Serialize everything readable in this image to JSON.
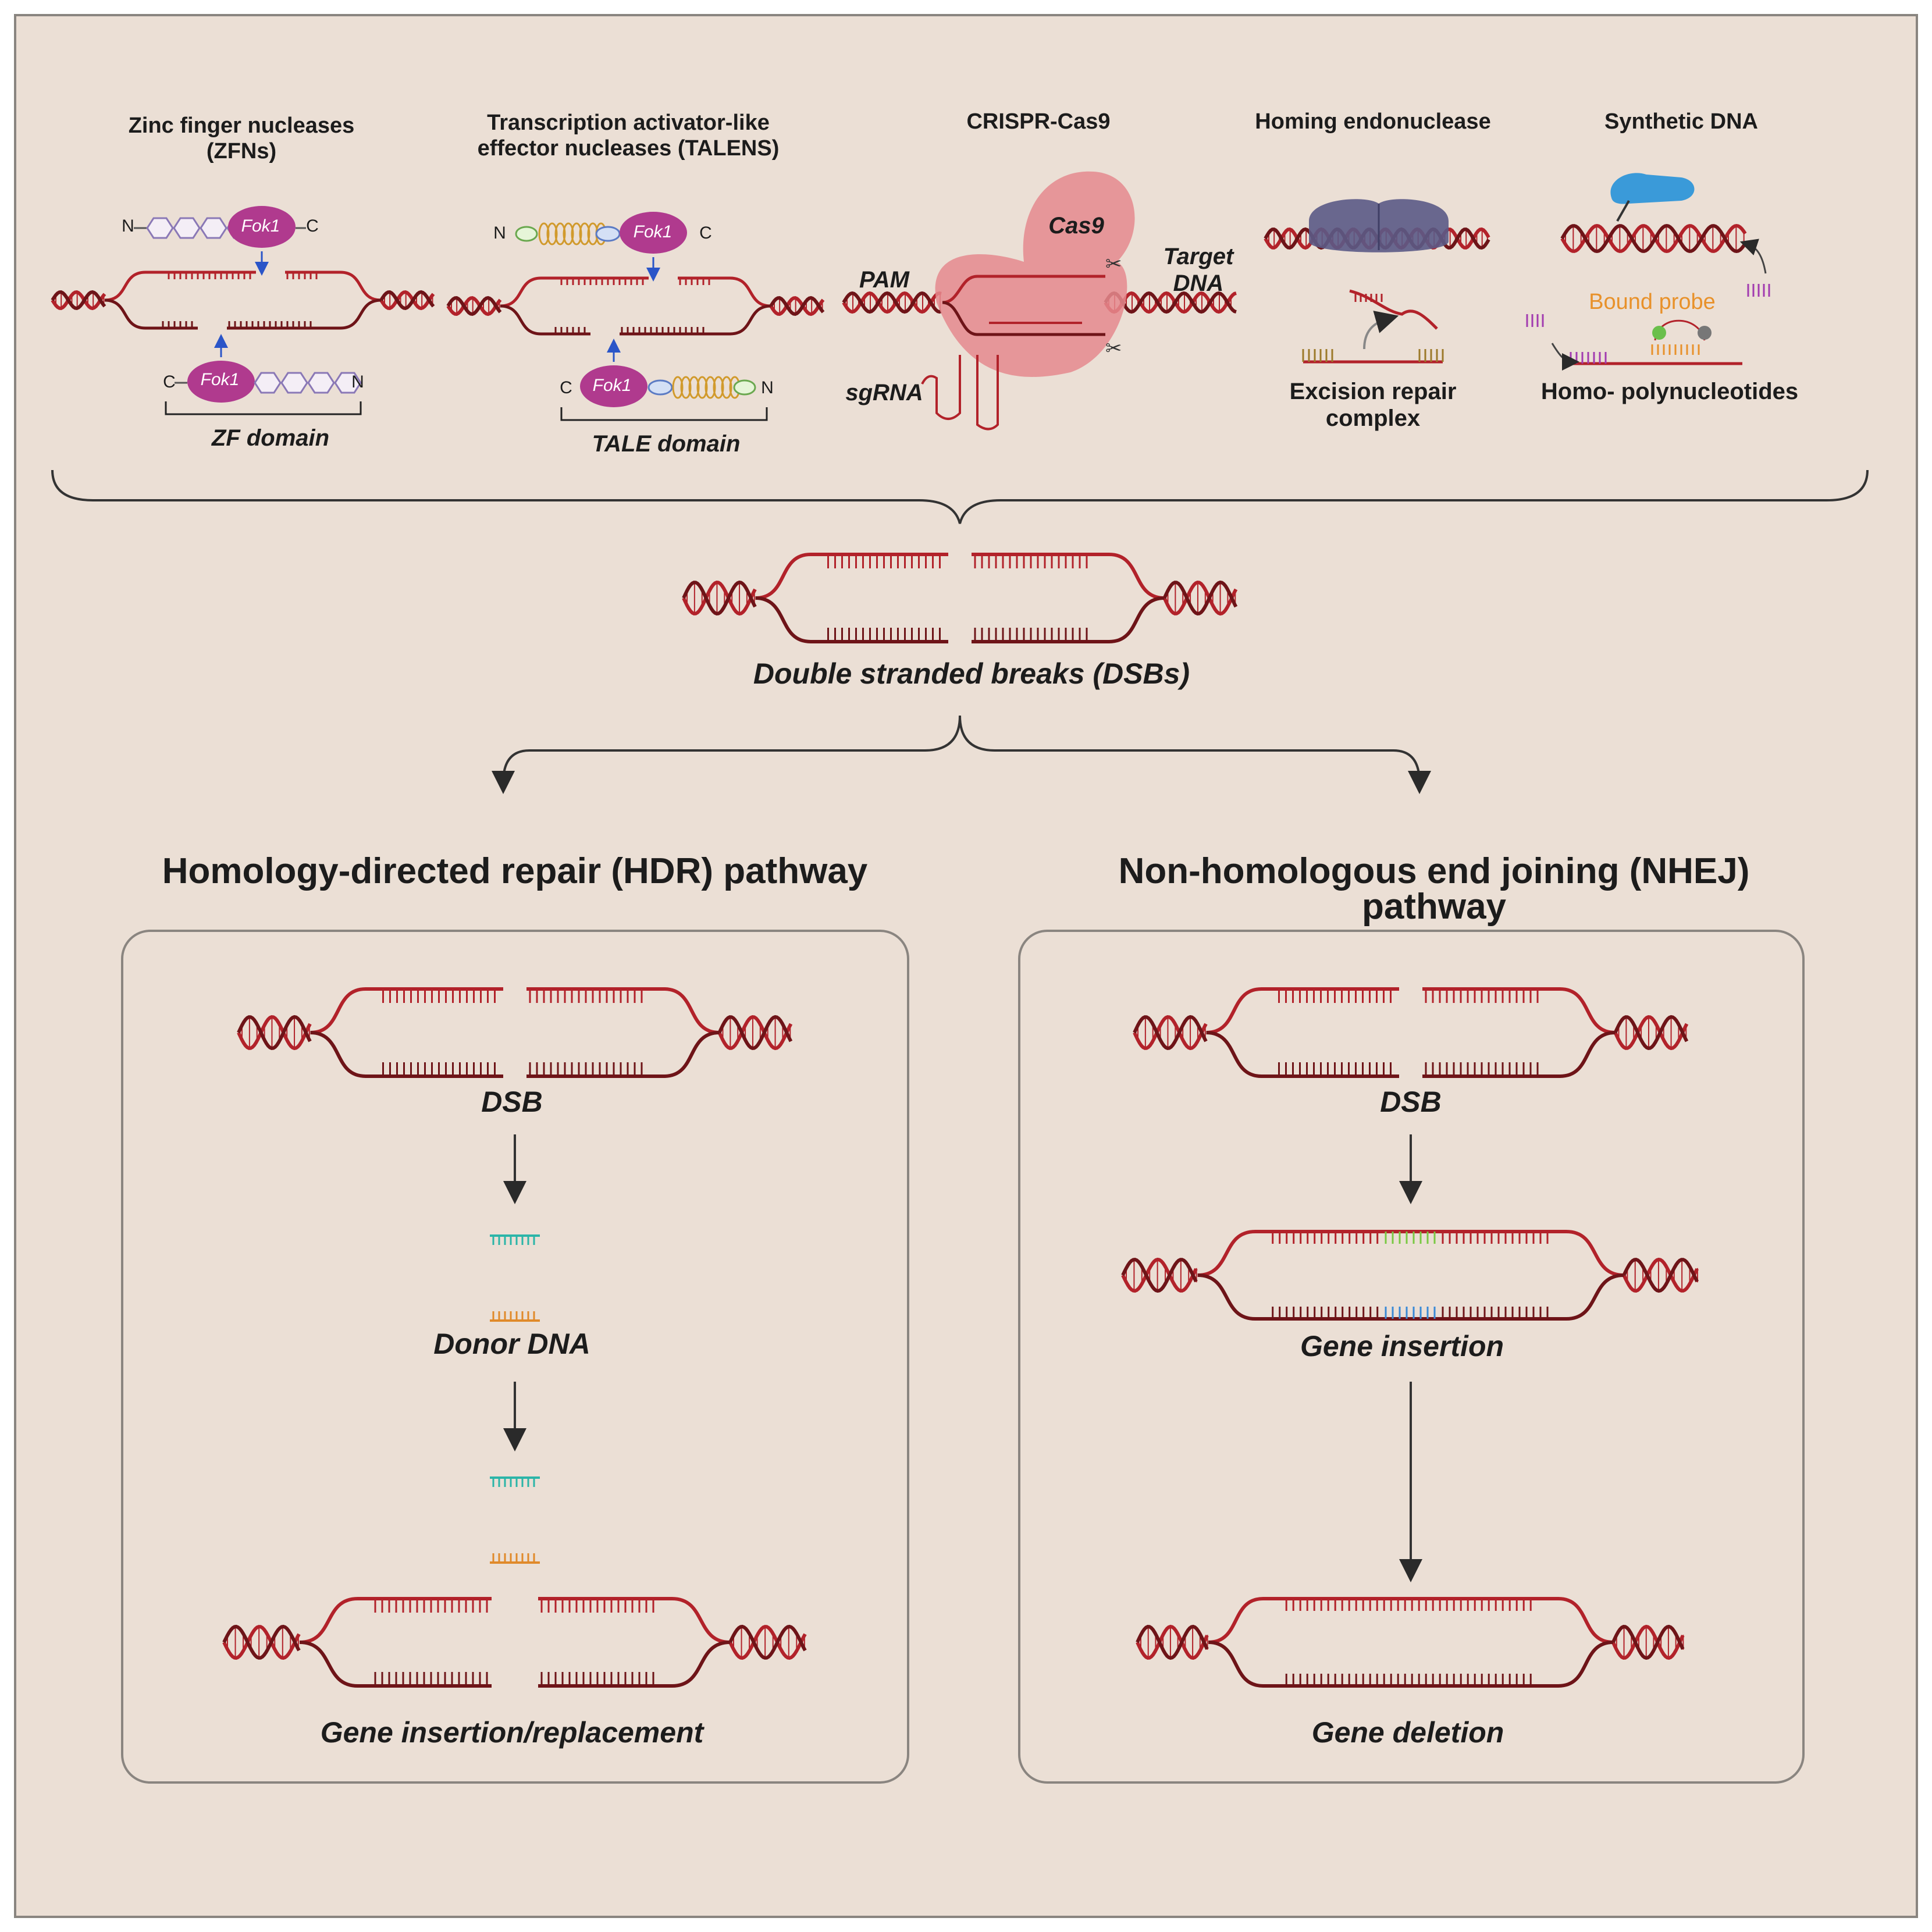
{
  "techniques": [
    {
      "title_line1": "Zinc finger nucleases",
      "title_line2": "(ZFNs)",
      "enzyme_top": "Fok1",
      "enzyme_bottom": "Fok1",
      "domain_label": "ZF domain",
      "n_label": "N",
      "c_label": "C"
    },
    {
      "title_line1": "Transcription activator-like",
      "title_line2": "effector nucleases (TALENS)",
      "enzyme_top": "Fok1",
      "enzyme_bottom": "Fok1",
      "domain_label": "TALE domain",
      "n_label": "N",
      "c_label": "C"
    },
    {
      "title_line1": "CRISPR-Cas9",
      "cas9_label": "Cas9",
      "pam_label": "PAM",
      "target_label_line1": "Target",
      "target_label_line2": "DNA",
      "sgrna_label": "sgRNA"
    },
    {
      "title_line1": "Homing endonuclease",
      "complex_label_line1": "Excision repair",
      "complex_label_line2": "complex"
    },
    {
      "title_line1": "Synthetic DNA",
      "probe_label": "Bound probe",
      "homo_label": "Homo- polynucleotides"
    }
  ],
  "dsb_center_label": "Double stranded breaks (DSBs)",
  "hdr": {
    "title": "Homology-directed repair (HDR) pathway",
    "dsb_label": "DSB",
    "donor_label": "Donor DNA",
    "result_label": "Gene insertion/replacement"
  },
  "nhej": {
    "title_line1": "Non-homologous end joining (NHEJ)",
    "title_line2": "pathway",
    "dsb_label": "DSB",
    "insertion_label": "Gene insertion",
    "deletion_label": "Gene deletion"
  },
  "colors": {
    "background": "#ebdfd5",
    "dna_red": "#b2222a",
    "dna_dark": "#6e1418",
    "fok1": "#b03a8e",
    "cas9": "#e58a8e",
    "donor_teal": "#2bb5a8",
    "donor_orange": "#e08a2a",
    "insert_green": "#7ac943",
    "insert_blue": "#3a8ad6",
    "endonuclease": "#5b5a86",
    "probe_orange": "#e8912a",
    "hand_blue": "#3a9ad9"
  }
}
